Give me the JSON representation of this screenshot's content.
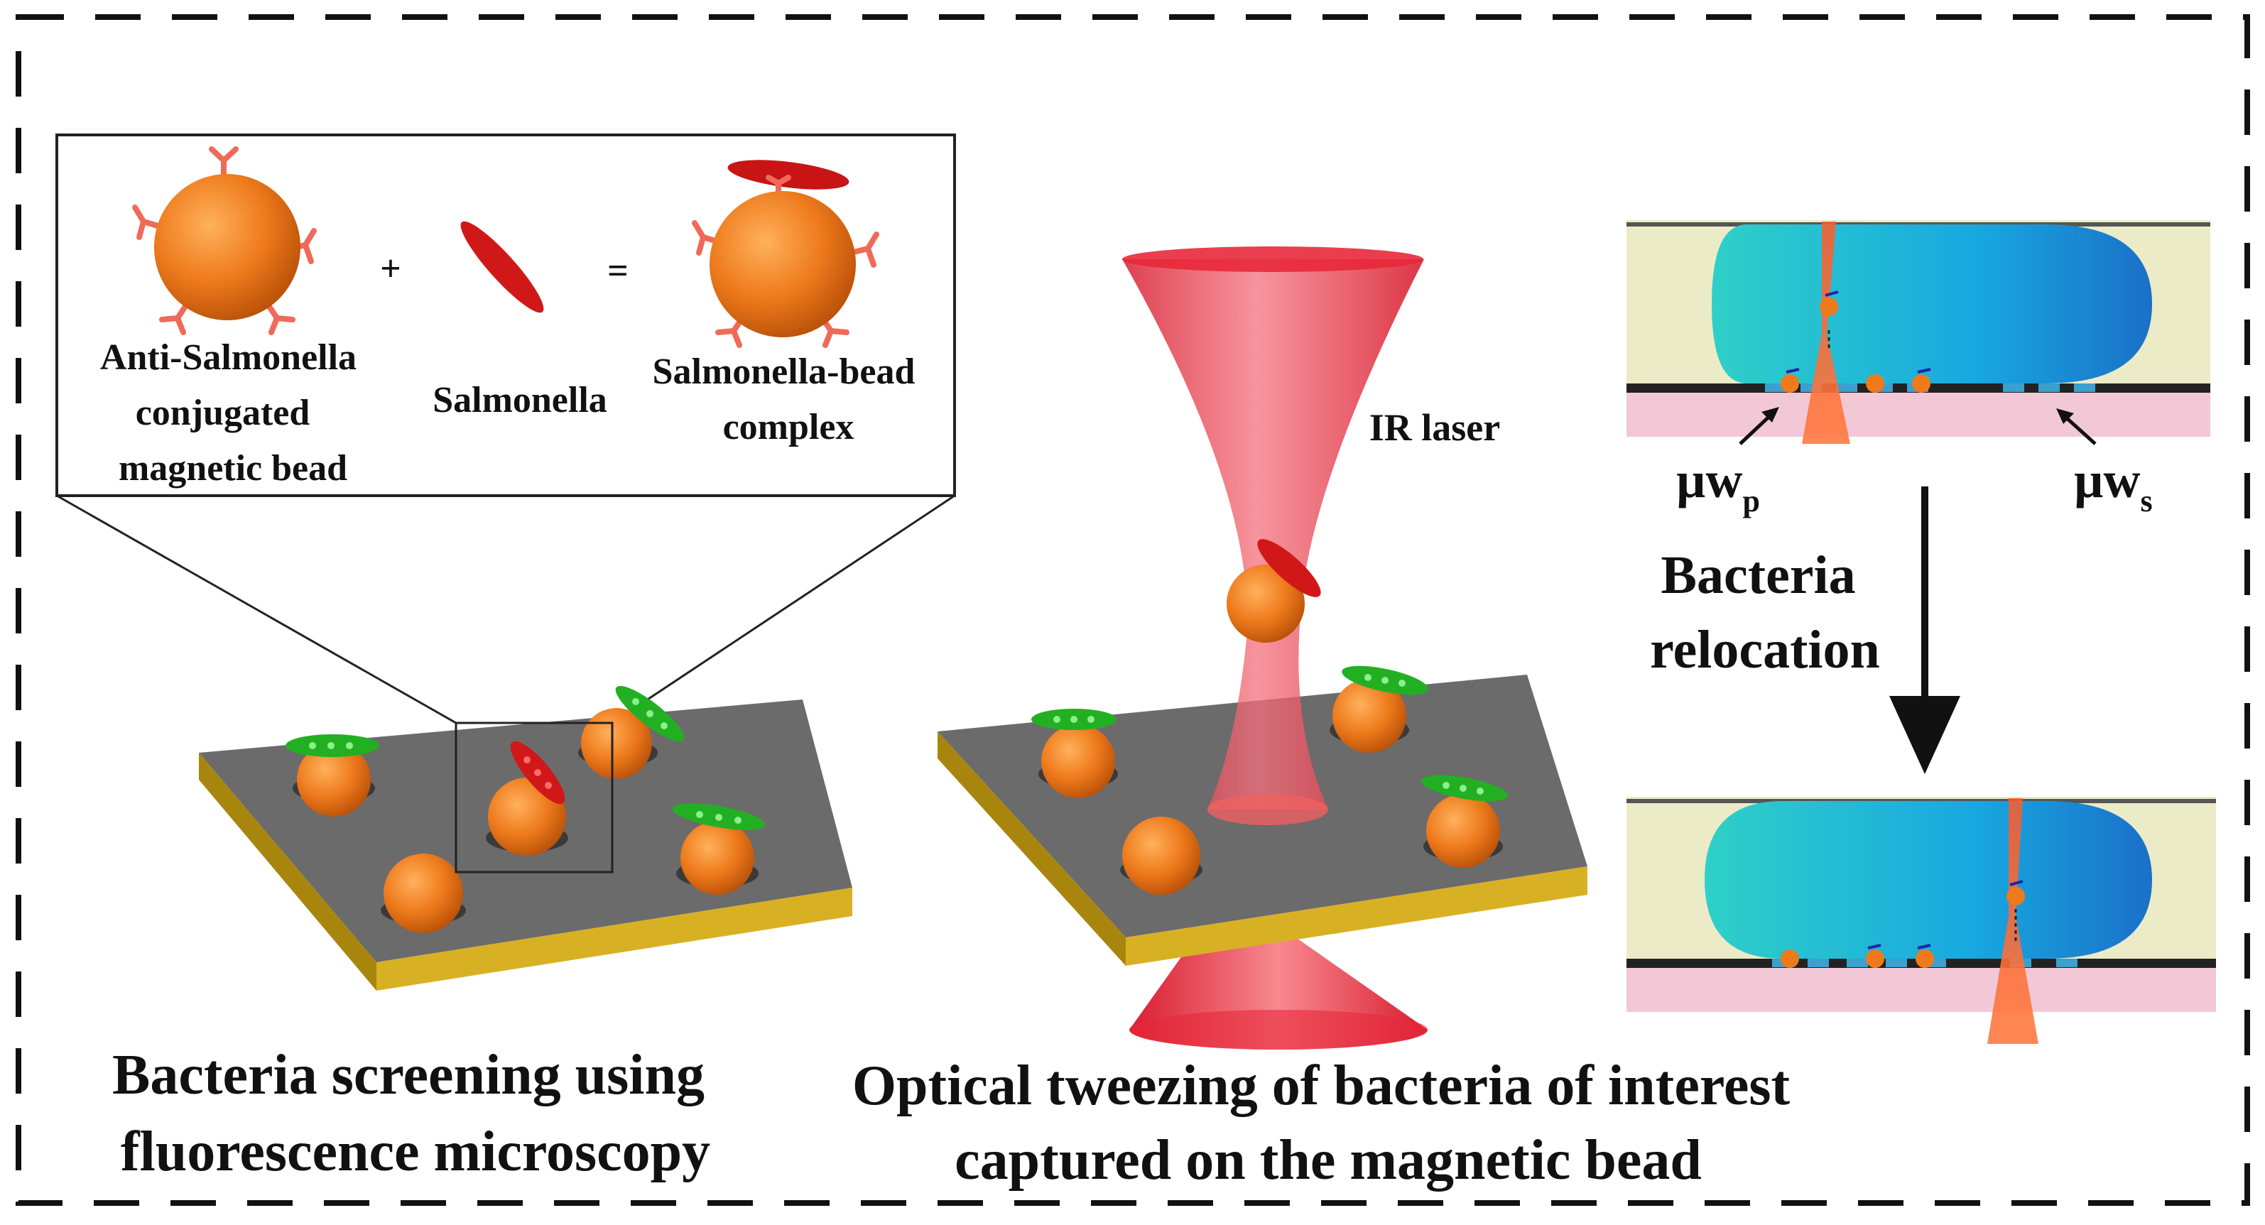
{
  "inset": {
    "bead_label": [
      "Anti-Salmonella",
      "conjugated",
      "magnetic bead"
    ],
    "plus": "+",
    "salmonella_label": "Salmonella",
    "equals": "=",
    "complex_label": [
      "Salmonella-bead",
      "complex"
    ]
  },
  "laser_label": "IR laser",
  "right": {
    "uwp_main": "µw",
    "uwp_sub": "p",
    "uws_main": "µw",
    "uws_sub": "s",
    "relocation": [
      "Bacteria",
      "relocation"
    ]
  },
  "captions": {
    "left": [
      "Bacteria screening using",
      "fluorescence microscopy"
    ],
    "middle": [
      "Optical tweezing of bacteria of interest",
      "captured on the magnetic bead"
    ]
  },
  "colors": {
    "bead": "#e8761e",
    "bacteria": "#d01818",
    "fluor": "#22b022",
    "chip_top": "#6b6b6b",
    "chip_side": "#c8a21a",
    "laser": "#e8283a",
    "droplet": "#1aa8d8",
    "channel": "#ecebc8",
    "substrate": "#f2c8d6"
  }
}
